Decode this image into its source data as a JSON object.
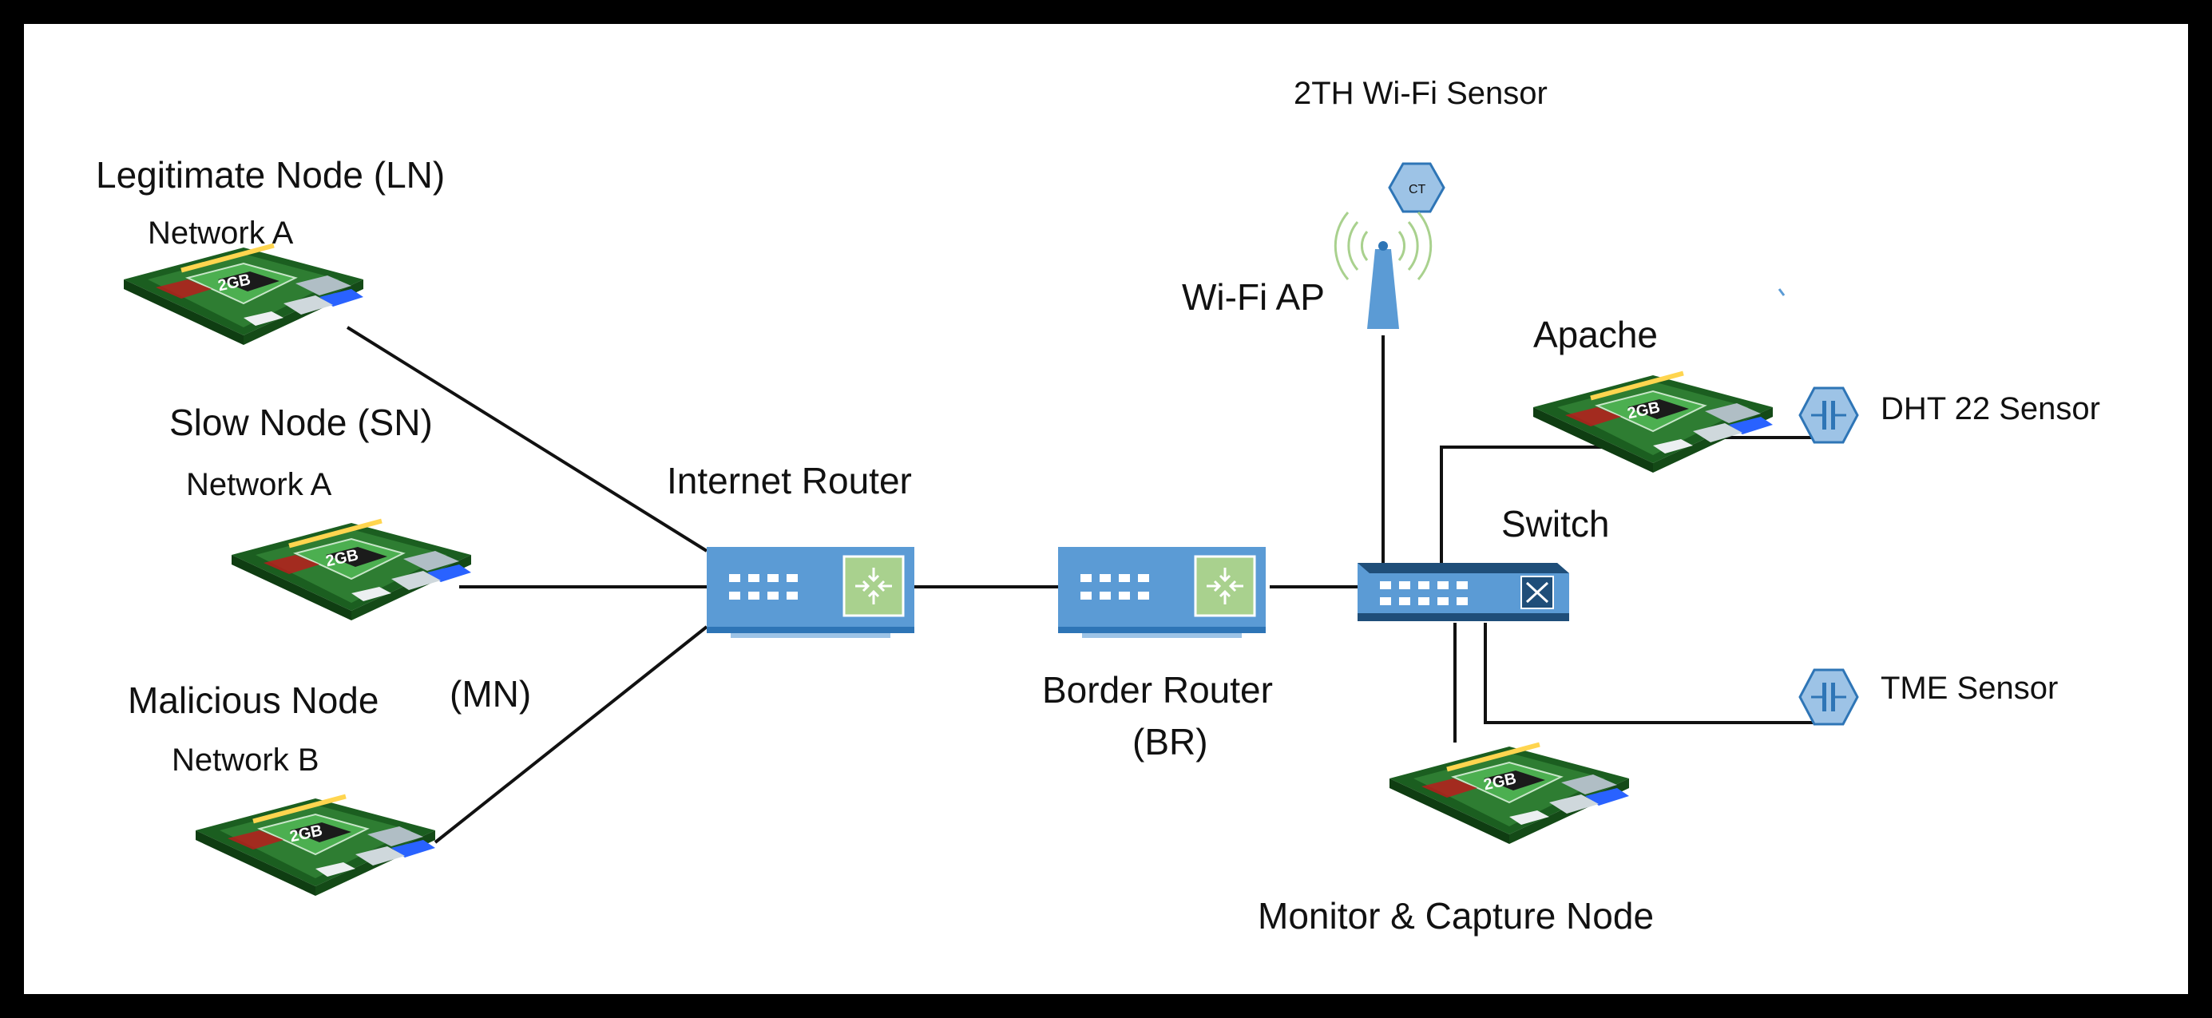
{
  "labels": {
    "ln_title": "Legitimate Node  (LN)",
    "ln_network": "Network   A",
    "sn_title": "Slow Node  (SN)",
    "sn_network": "Network  A",
    "mn_title": "Malicious Node",
    "mn_abbr": "(MN)",
    "mn_network": "Network   B",
    "internet_router": "Internet Router",
    "border_router": "Border Router",
    "border_router_abbr": "(BR)",
    "wifi_sensor": "2TH Wi-Fi Sensor",
    "wifi_sensor_badge": "CT",
    "wifi_ap": "Wi-Fi AP",
    "apache": "Apache",
    "switch": "Switch",
    "dht_sensor": "DHT 22  Sensor",
    "tme_sensor": "TME  Sensor",
    "monitor_node": "Monitor & Capture Node",
    "board_chip": "2GB"
  },
  "colors": {
    "device_blue": "#5b9bd5",
    "device_green": "#a9d18e",
    "switch_navy": "#1f4e79",
    "sensor_blue": "#9dc3e6",
    "board_green": "#2e7d32"
  }
}
